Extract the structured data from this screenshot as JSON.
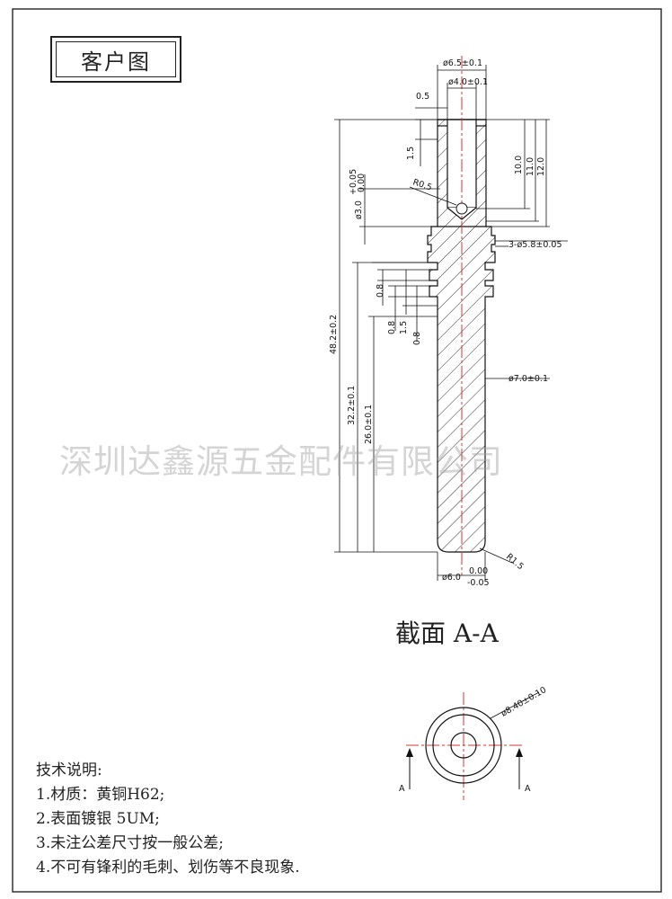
{
  "title": "客户图",
  "watermark": "深圳达鑫源五金配件有限公司",
  "section_label": "截面 A-A",
  "dimensions": {
    "d_outer_top": "ø6.5±0.1",
    "d_inner_top": "ø4.0±0.1",
    "chamfer": "0.5",
    "depth_1_5": "1.5",
    "len_10": "10.0",
    "len_11": "11.0",
    "len_12": "12.0",
    "hole": "ø3.0",
    "hole_tol_up": "+0.05",
    "hole_tol_down": "0.00",
    "r_inner": "R0.5",
    "grooves": "3-ø5.8±0.05",
    "groove_w1": "0.8",
    "groove_w2": "0.8",
    "groove_pitch": "1.5",
    "groove_w3": "0.8",
    "d_body": "ø7.0±0.1",
    "total_len": "48.2±0.2",
    "len_32": "32.2±0.1",
    "len_26": "26.0±0.1",
    "r_end": "R1.5",
    "d_end": "ø6.0",
    "d_end_tol_up": "0.00",
    "d_end_tol_down": "-0.05",
    "d_circle": "ø8.40±0.10",
    "section_mark_left": "A",
    "section_mark_right": "A"
  },
  "notes": {
    "heading": "技术说明:",
    "items": [
      "1.材质：黄铜H62;",
      "2.表面镀银 5UM;",
      "3.未注公差尺寸按一般公差;",
      "4.不可有锋利的毛刺、划伤等不良现象."
    ]
  }
}
